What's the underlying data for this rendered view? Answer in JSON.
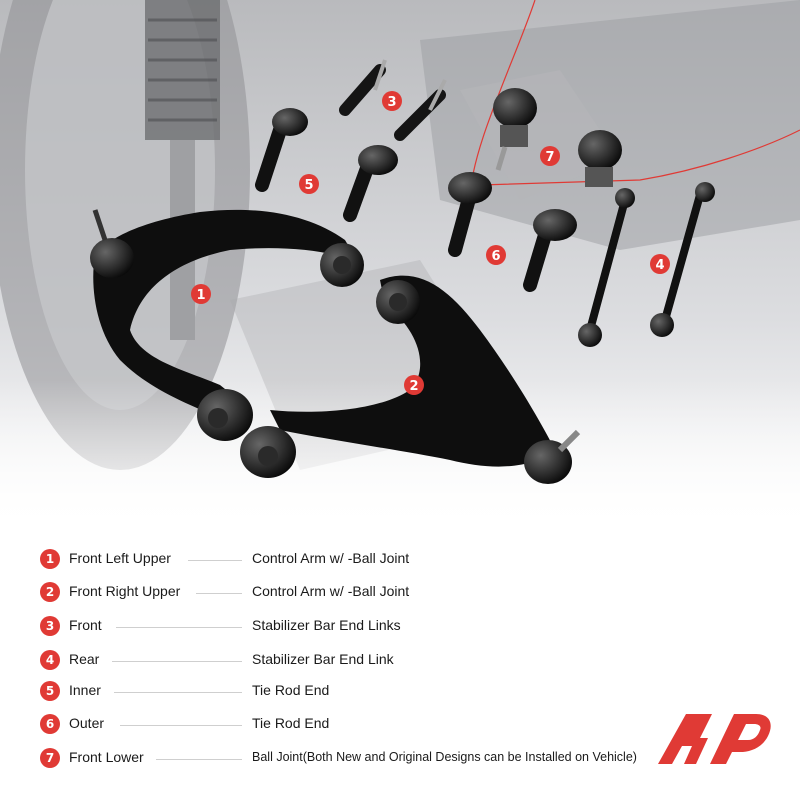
{
  "callouts": [
    "1",
    "2",
    "3",
    "4",
    "5",
    "6",
    "7"
  ],
  "parts": [
    {
      "num": "1",
      "position": "Front Left Upper",
      "description": "Control Arm w/ -Ball Joint"
    },
    {
      "num": "2",
      "position": "Front Right Upper",
      "description": "Control Arm w/ -Ball Joint"
    },
    {
      "num": "3",
      "position": "Front",
      "description": "Stabilizer Bar End Links"
    },
    {
      "num": "4",
      "position": "Rear",
      "description": "Stabilizer Bar End Link"
    },
    {
      "num": "5",
      "position": "Inner",
      "description": "Tie Rod End"
    },
    {
      "num": "6",
      "position": "Outer",
      "description": "Tie Rod End"
    },
    {
      "num": "7",
      "position": "Front Lower",
      "description": "Ball Joint(Both New and Original Designs can be Installed on Vehicle)"
    }
  ],
  "colors": {
    "accent": "#e03a35",
    "parts": "#111111",
    "background_photo": "#d9dadc"
  },
  "logo": "brand-logo"
}
